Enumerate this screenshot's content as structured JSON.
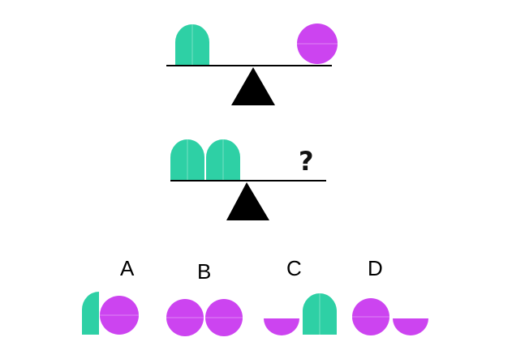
{
  "colors": {
    "teal": "#2ed0a5",
    "magenta": "#cc44f0",
    "fulcrum": "#000000",
    "beam": "#000000"
  },
  "question_mark": "?",
  "options": [
    {
      "label": "A",
      "items": [
        "half-arch",
        "circle"
      ]
    },
    {
      "label": "B",
      "items": [
        "circle",
        "circle"
      ]
    },
    {
      "label": "C",
      "items": [
        "half-circle",
        "arch"
      ]
    },
    {
      "label": "D",
      "items": [
        "circle",
        "half-circle"
      ]
    }
  ],
  "balance1": {
    "left": [
      "arch"
    ],
    "right": [
      "circle"
    ]
  },
  "balance2": {
    "left": [
      "arch",
      "arch"
    ],
    "right": []
  }
}
